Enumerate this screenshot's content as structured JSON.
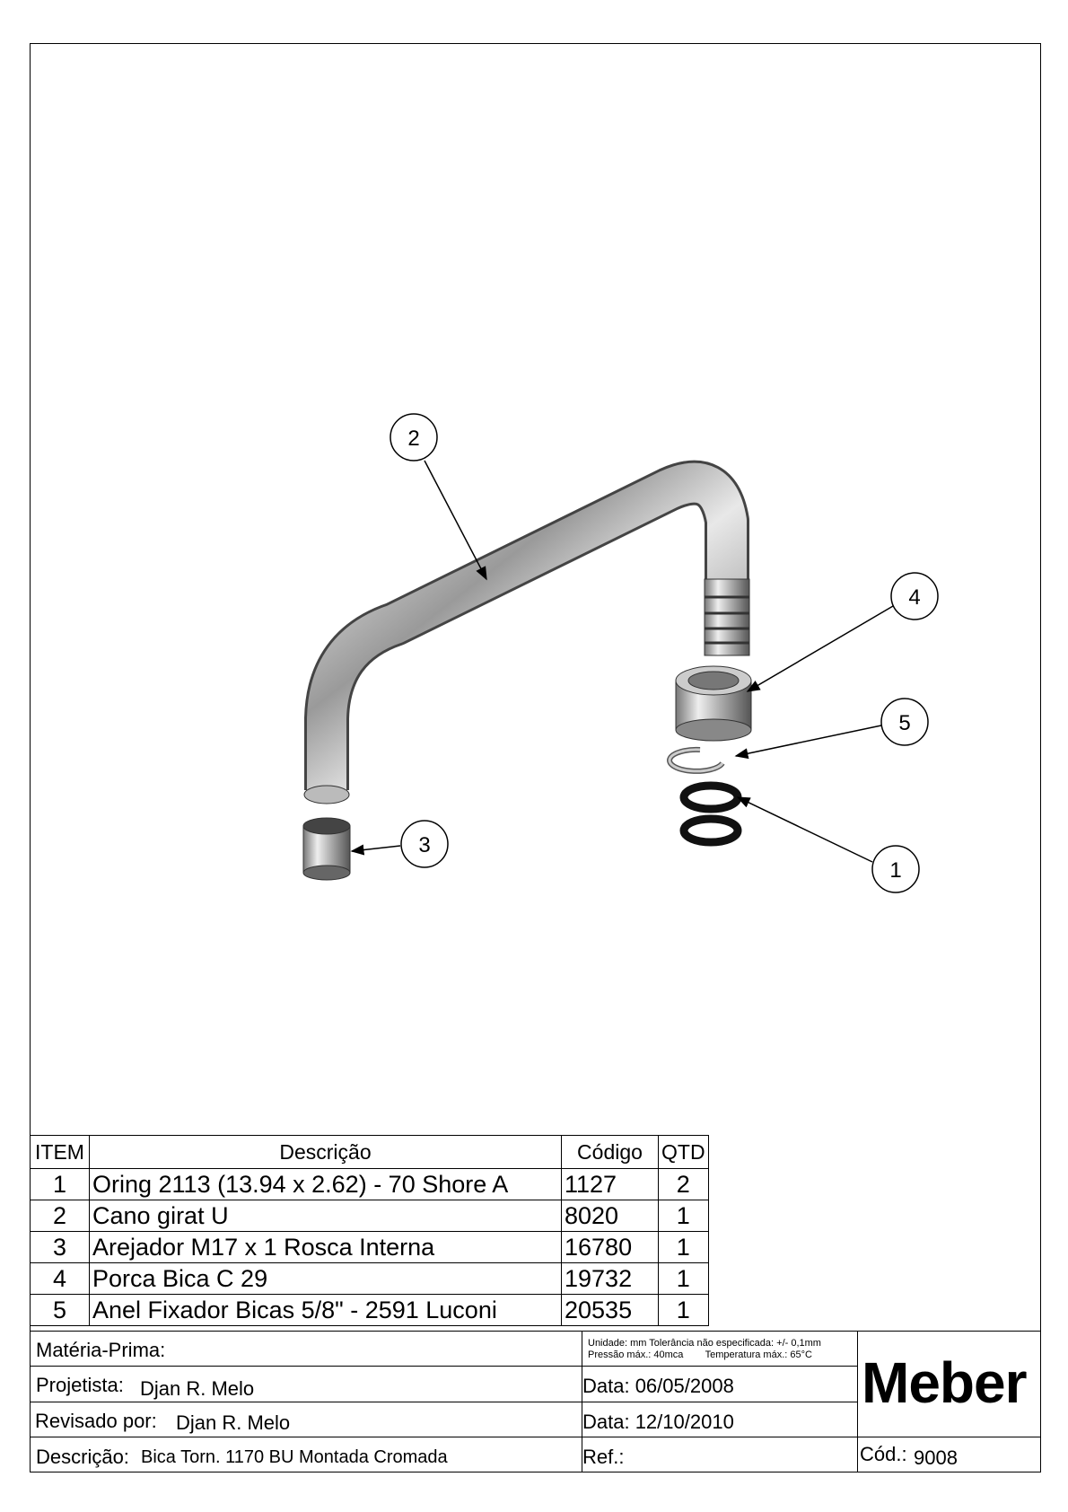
{
  "balloons": [
    "1",
    "2",
    "3",
    "4",
    "5"
  ],
  "bom": {
    "headers": {
      "item": "ITEM",
      "description": "Descrição",
      "code": "Código",
      "qty": "QTD"
    },
    "rows": [
      {
        "item": "1",
        "description": "Oring 2113 (13.94 x 2.62) - 70 Shore A",
        "code": "1127",
        "qty": "2"
      },
      {
        "item": "2",
        "description": "Cano girat U",
        "code": "8020",
        "qty": "1"
      },
      {
        "item": "3",
        "description": "Arejador  M17 x 1 Rosca Interna",
        "code": "16780",
        "qty": "1"
      },
      {
        "item": "4",
        "description": "Porca Bica C 29",
        "code": "19732",
        "qty": "1"
      },
      {
        "item": "5",
        "description": "Anel Fixador Bicas 5/8\" - 2591 Luconi",
        "code": "20535",
        "qty": "1"
      }
    ]
  },
  "title_block": {
    "material_label": "Matéria-Prima:",
    "notes_line1": "Unidade: mm Tolerância não especificada: +/- 0,1mm",
    "notes_line2": "Pressão máx.: 40mca        Temperatura máx.: 65°C",
    "designer_label": "Projetista:",
    "designer": "Djan R. Melo",
    "design_date": "Data: 06/05/2008",
    "reviewer_label": "Revisado por:",
    "reviewer": "Djan R. Melo",
    "review_date": "Data: 12/10/2010",
    "description_label": "Descrição:",
    "description": "Bica Torn. 1170 BU Montada Cromada",
    "ref_label": "Ref.:",
    "code_label": "Cód.:",
    "code": "9008",
    "logo": "Meber"
  }
}
